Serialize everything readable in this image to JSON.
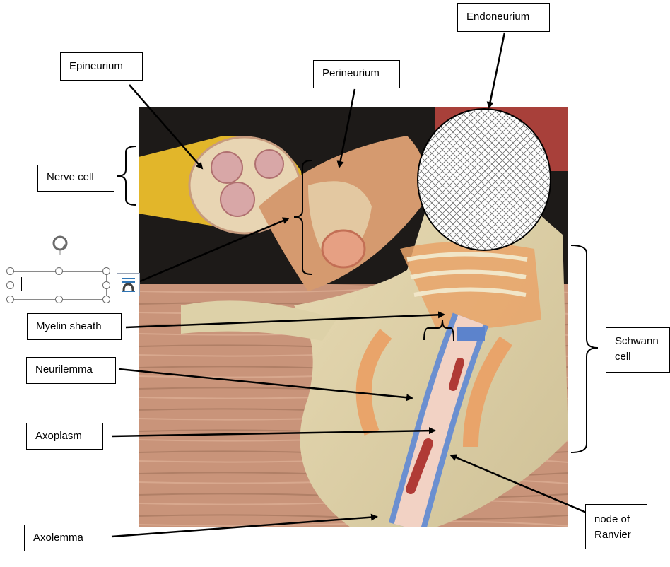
{
  "labels": {
    "endoneurium": "Endoneurium",
    "epineurium": "Epineurium",
    "perineurium": "Perineurium",
    "nerve_cell": "Nerve cell",
    "myelin_sheath": "Myelin sheath",
    "neurilemma": "Neurilemma",
    "axoplasm": "Axoplasm",
    "axolemma": "Axolemma",
    "schwann_line1": "Schwann",
    "schwann_line2": "cell",
    "node_line1": "node of",
    "node_line2": "Ranvier"
  },
  "icons": {
    "rotate": "rotate-handle-icon",
    "layout": "layout-options-icon"
  },
  "colors": {
    "leader_line": "#000000",
    "label_border": "#000000",
    "selection_handle": "#6b6b6b",
    "layout_icon": "#2f75b5"
  }
}
